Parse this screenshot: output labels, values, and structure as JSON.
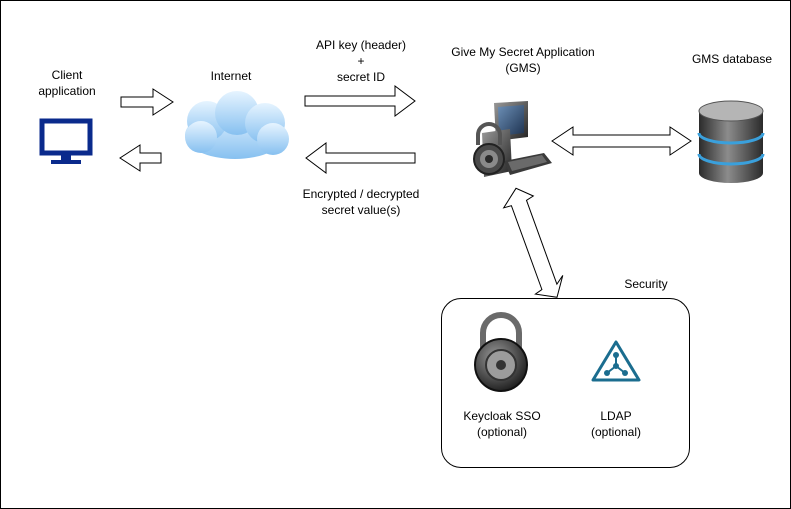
{
  "client": {
    "line1": "Client",
    "line2": "application"
  },
  "internet": {
    "label": "Internet"
  },
  "request": {
    "line1": "API key (header)",
    "line2": "+",
    "line3": "secret ID"
  },
  "response": {
    "line1": "Encrypted / decrypted",
    "line2": "secret value(s)"
  },
  "gms": {
    "line1": "Give My Secret Application",
    "line2": "(GMS)"
  },
  "database": {
    "label": "GMS database"
  },
  "security": {
    "title": "Security",
    "keycloak": {
      "line1": "Keycloak SSO",
      "line2": "(optional)"
    },
    "ldap": {
      "line1": "LDAP",
      "line2": "(optional)"
    }
  },
  "colors": {
    "monitor": "#0a2a8c",
    "cloud_light": "#dcefff",
    "cloud_dark": "#8fc4f2",
    "ldap": "#1b6d8f",
    "db_accent": "#3aa0dc"
  }
}
